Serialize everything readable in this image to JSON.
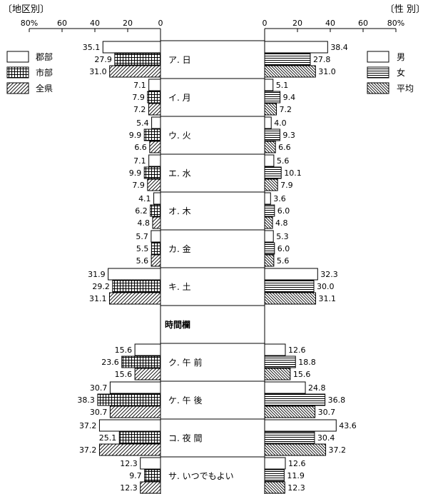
{
  "chart_data": {
    "type": "bar",
    "left_title": "〔地区別〕",
    "right_title": "〔性 別〕",
    "left_axis": {
      "ticks": [
        "80%",
        "60",
        "40",
        "20",
        "0"
      ],
      "range": [
        0,
        80
      ]
    },
    "right_axis": {
      "ticks": [
        "0",
        "20",
        "40",
        "60",
        "80%"
      ],
      "range": [
        0,
        80
      ]
    },
    "time_label": "時間欄",
    "categories": [
      "ア. 日",
      "イ. 月",
      "ウ. 火",
      "エ. 水",
      "オ. 木",
      "カ. 金",
      "キ. 土",
      "ク. 午 前",
      "ケ. 午 後",
      "コ. 夜 間",
      "サ. いつでもよい"
    ],
    "left_series": [
      {
        "name": "郡部",
        "pattern": "white",
        "values": [
          35.1,
          7.1,
          5.4,
          7.1,
          4.1,
          5.7,
          31.9,
          15.6,
          30.7,
          37.2,
          12.3
        ]
      },
      {
        "name": "市部",
        "pattern": "grid",
        "values": [
          27.9,
          7.9,
          9.9,
          9.9,
          6.2,
          5.5,
          29.2,
          23.6,
          38.3,
          25.1,
          9.7
        ]
      },
      {
        "name": "全県",
        "pattern": "diagonal",
        "values": [
          31.0,
          7.2,
          6.6,
          7.9,
          4.8,
          5.6,
          31.1,
          15.6,
          30.7,
          37.2,
          12.3
        ]
      }
    ],
    "right_series": [
      {
        "name": "男",
        "pattern": "white",
        "values": [
          38.4,
          5.1,
          4.0,
          5.6,
          3.6,
          5.3,
          32.3,
          12.6,
          24.8,
          43.6,
          12.6
        ]
      },
      {
        "name": "女",
        "pattern": "horizontal",
        "values": [
          27.8,
          9.4,
          9.3,
          10.1,
          6.0,
          6.0,
          30.0,
          18.8,
          36.8,
          30.4,
          11.9
        ]
      },
      {
        "name": "平均",
        "pattern": "backslash",
        "values": [
          31.0,
          7.2,
          6.6,
          7.9,
          4.8,
          5.6,
          31.1,
          15.6,
          30.7,
          37.2,
          12.3
        ]
      }
    ]
  }
}
